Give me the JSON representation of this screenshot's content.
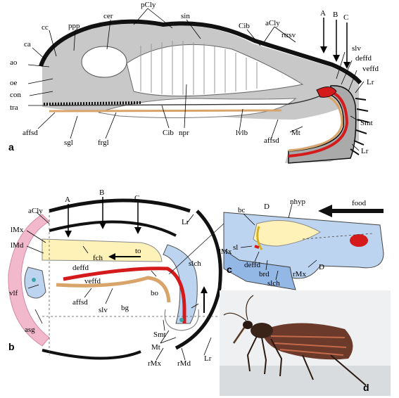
{
  "panels": {
    "a": {
      "letter": "a",
      "labels": {
        "cc": "cc",
        "ppp": "ppp",
        "cer": "cer",
        "pCly": "pCly",
        "sin": "sin",
        "aCly": "aCly",
        "A": "A",
        "B": "B",
        "C": "C",
        "ca": "ca",
        "ao": "ao",
        "oe": "oe",
        "con": "con",
        "tra": "tra",
        "Cib_top": "Cib",
        "rtrsv": "rtrsv",
        "slv": "slv",
        "deffd": "deffd",
        "veffd": "veffd",
        "Lr1": "Lr",
        "Smt": "Smt",
        "affsd1": "affsd",
        "sgl": "sgl",
        "frgl": "frgl",
        "Cib_bottom": "Cib",
        "npr": "npr",
        "lvlb": "lvlb",
        "affsd2": "affsd",
        "Mt": "Mt",
        "Lr2": "Lr"
      }
    },
    "b": {
      "letter": "b",
      "labels": {
        "aCly": "aCly",
        "A": "A",
        "B": "B",
        "C": "C",
        "lMx": "lMx",
        "lMd": "lMd",
        "Lr1": "Lr",
        "to": "to",
        "fch": "fch",
        "deffd": "deffd",
        "veffd": "veffd",
        "slch": "slch",
        "vlf": "vlf",
        "bo": "bo",
        "affsd": "affsd",
        "slv": "slv",
        "bg": "bg",
        "asg": "asg",
        "Smt": "Smt",
        "Mt": "Mt",
        "rMx": "rMx",
        "rMd": "rMd",
        "Lr2": "Lr"
      }
    },
    "c": {
      "letter": "c",
      "labels": {
        "bc": "bc",
        "D1": "D",
        "nhyp": "nhyp",
        "food": "food",
        "lMx": "lMx",
        "sl": "sl",
        "deffd": "deffd",
        "brd": "brd",
        "slch": "slch",
        "rMx": "rMx",
        "D2": "D"
      }
    },
    "d": {
      "letter": "d"
    }
  },
  "colors": {
    "cuticle": "#111111",
    "tissue": "#c8c8c8",
    "cream": "#fff2b8",
    "tan": "#d9a46a",
    "red": "#d41a1a",
    "blue": "#bcd4ef",
    "pink": "#f2b8cc",
    "teal": "#3aa6a6",
    "bg": "#eef0f2"
  }
}
